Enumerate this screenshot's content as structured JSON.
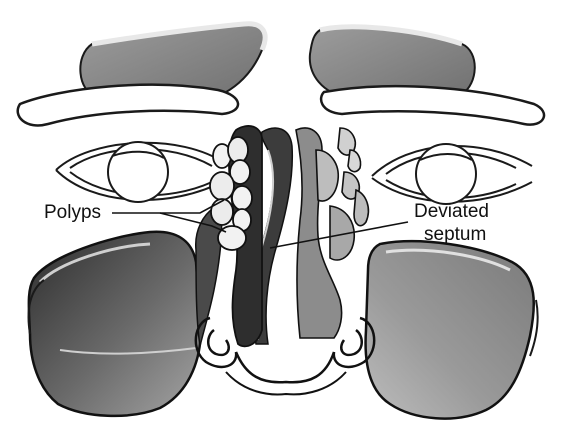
{
  "labels": {
    "polyps": "Polyps",
    "deviated_line1": "Deviated",
    "deviated_line2": "septum"
  },
  "colors": {
    "ink": "#1a1a1a",
    "tissue_dark": "#3a3a3a",
    "tissue_mid": "#8a8a8a",
    "tissue_light": "#b5b5b5",
    "sinus_fill": "#6e6e6e",
    "polyp_fill": "#f2f2f2"
  }
}
